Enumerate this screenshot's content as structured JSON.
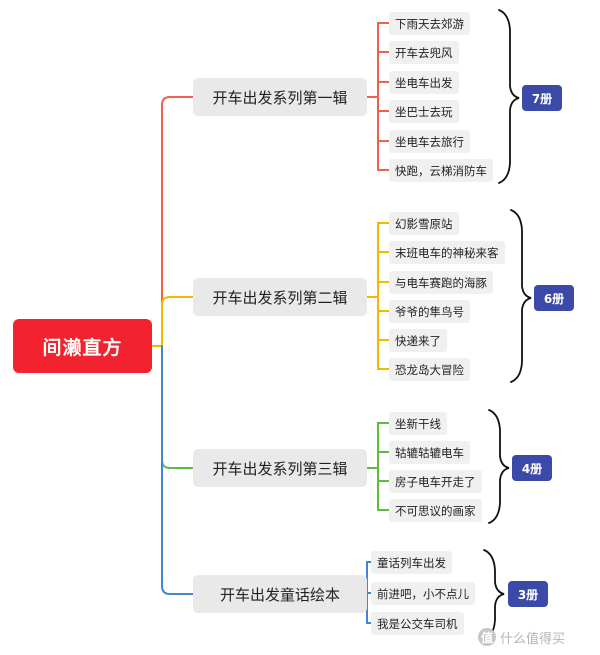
{
  "root": {
    "label": "间濑直方"
  },
  "colors": {
    "root": "#f2232e",
    "count_badge": "#3b4aa8",
    "branch_lines": [
      "#f0604c",
      "#f5b800",
      "#5cbd3f",
      "#3f87d6"
    ]
  },
  "branches": [
    {
      "label": "开车出发系列第一辑",
      "count": "7册",
      "items": [
        "下雨天去郊游",
        "开车去兜风",
        "坐电车出发",
        "坐巴士去玩",
        "坐电车去旅行",
        "快跑，云梯消防车"
      ]
    },
    {
      "label": "开车出发系列第二辑",
      "count": "6册",
      "items": [
        "幻影雪原站",
        "末班电车的神秘来客",
        "与电车赛跑的海豚",
        "爷爷的隼鸟号",
        "快递来了",
        "恐龙岛大冒险"
      ]
    },
    {
      "label": "开车出发系列第三辑",
      "count": "4册",
      "items": [
        "坐新干线",
        "轱辘轱辘电车",
        "房子电车开走了",
        "不可思议的画家"
      ]
    },
    {
      "label": "开车出发童话绘本",
      "count": "3册",
      "items": [
        "童话列车出发",
        "前进吧，小不点儿",
        "我是公交车司机"
      ]
    }
  ],
  "watermark": {
    "icon": "zhi-badge-icon",
    "icon_text": "值",
    "text": "什么值得买"
  }
}
